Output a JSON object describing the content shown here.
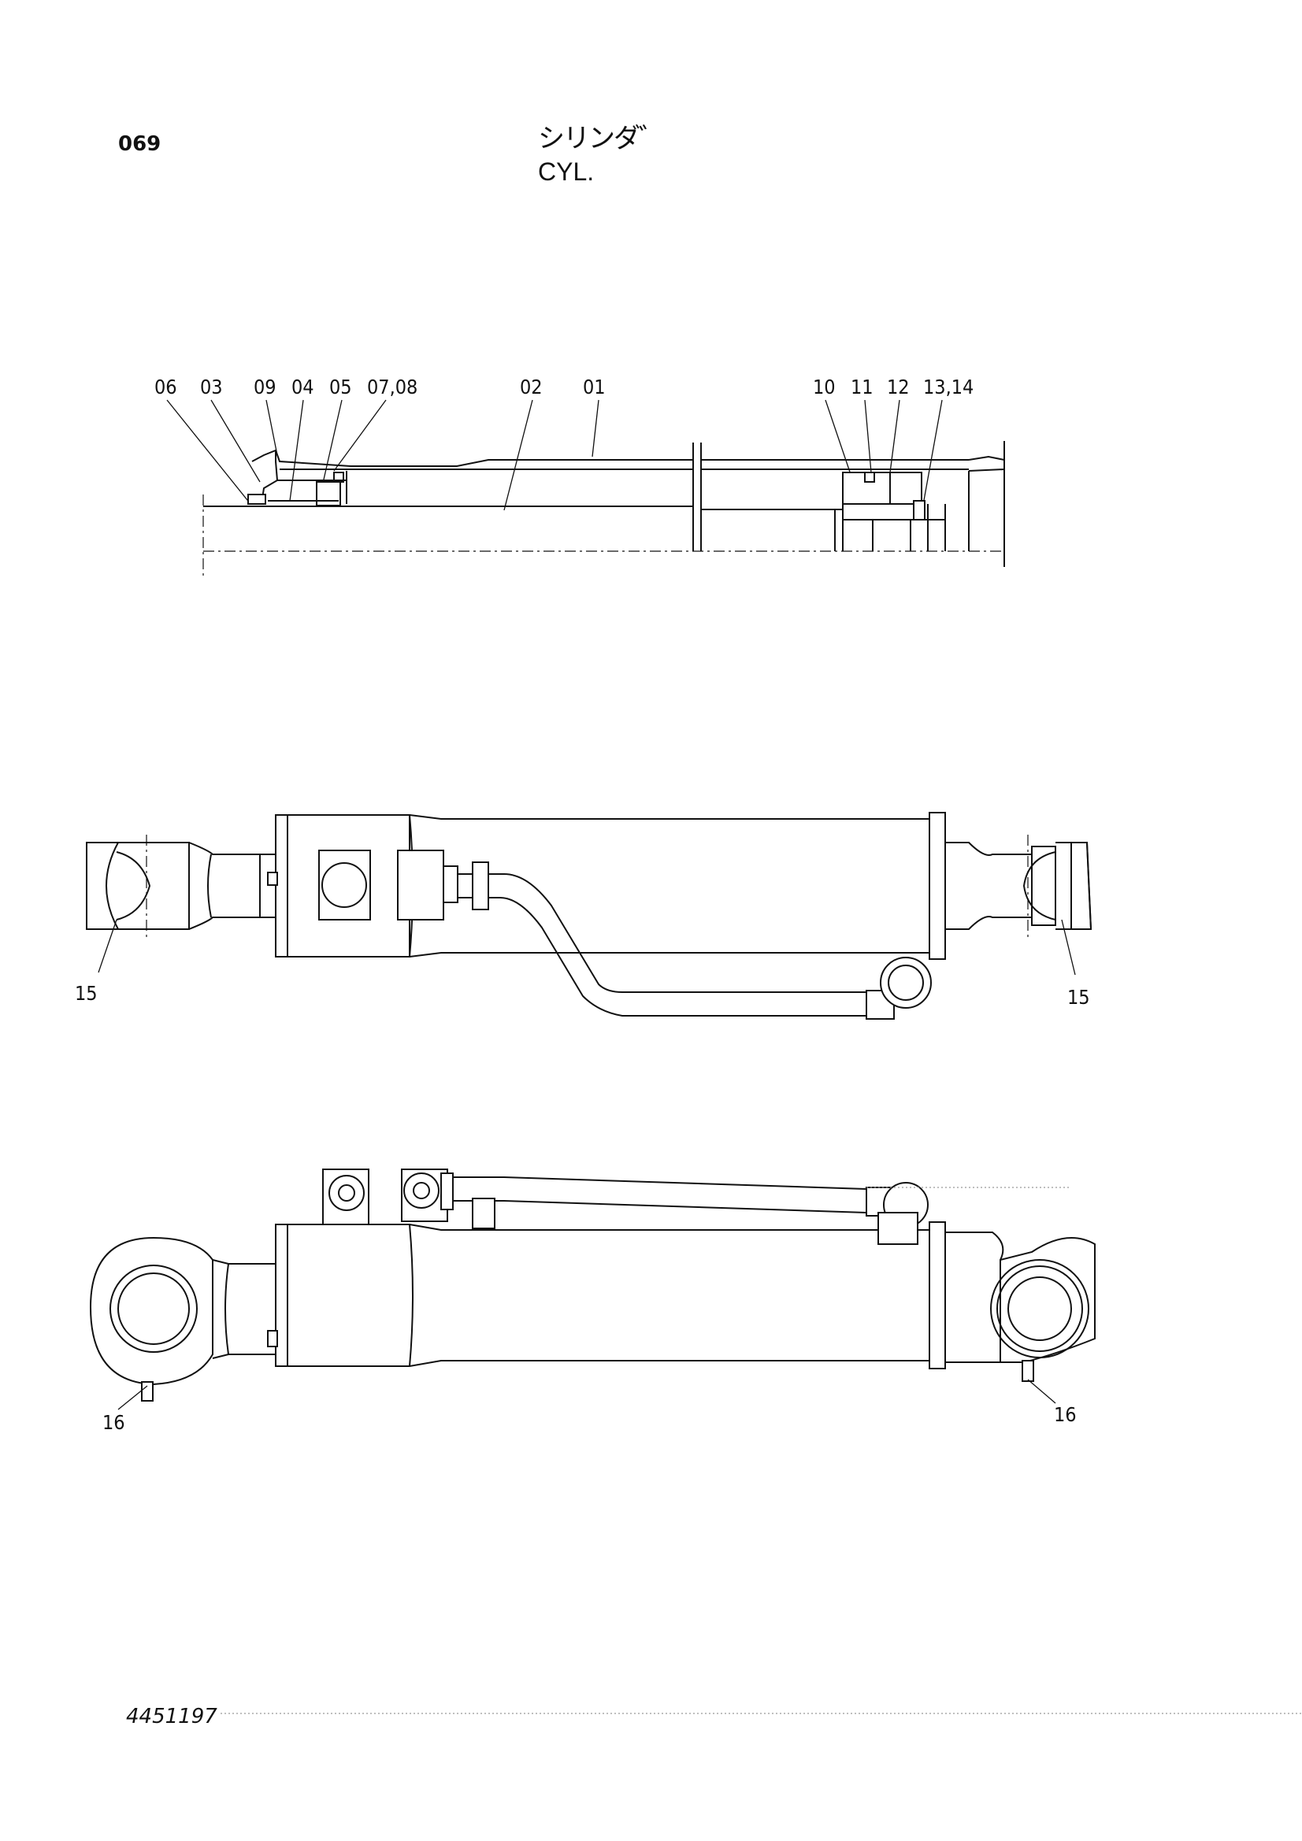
{
  "header": {
    "page_code": "069",
    "title_jp": "シリンダ゛",
    "title_en": "CYL."
  },
  "footer": {
    "drawing_number": "4451197"
  },
  "callouts": {
    "section": [
      "06",
      "03",
      "09",
      "04",
      "05",
      "07,08",
      "02",
      "01",
      "10",
      "11",
      "12",
      "13,14"
    ],
    "top_view": [
      "15",
      "15"
    ],
    "side_view": [
      "16",
      "16"
    ]
  }
}
